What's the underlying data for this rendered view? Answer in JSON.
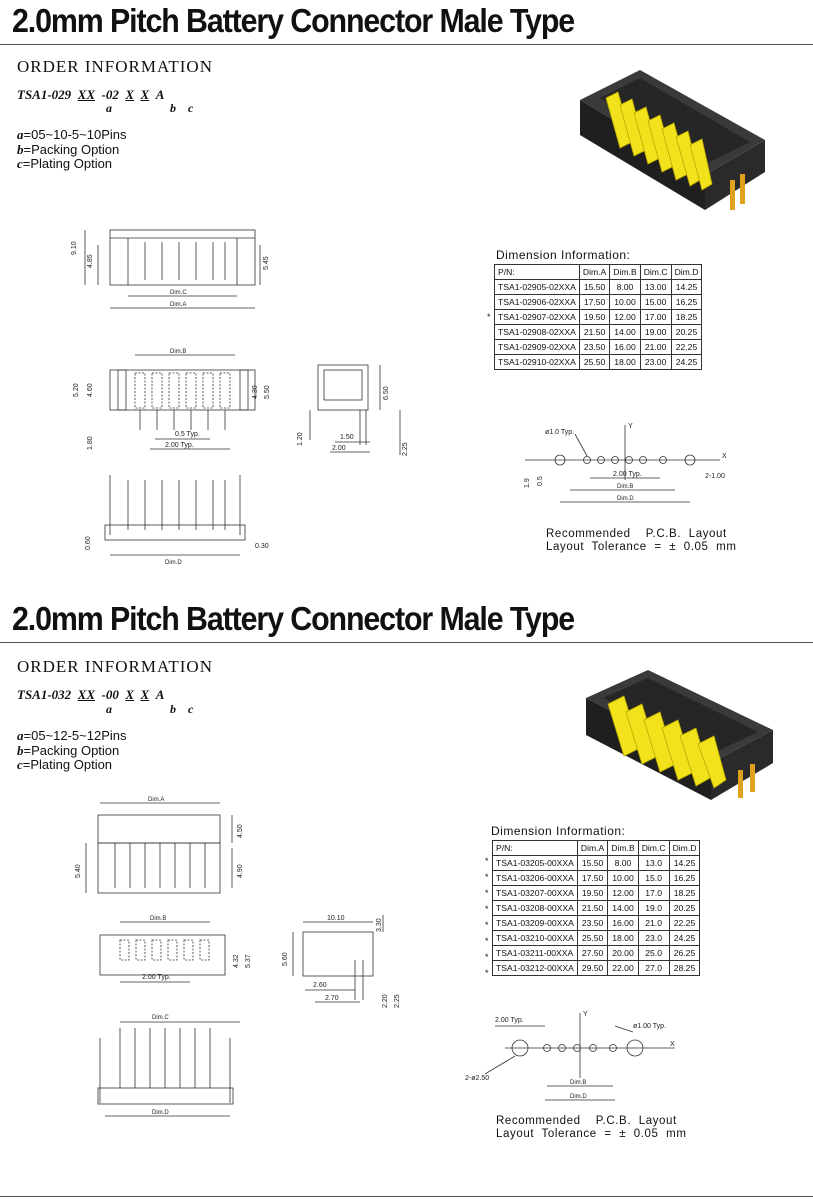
{
  "sections": [
    {
      "title": "2.0mm Pitch Battery Connector Male Type",
      "order_heading": "ORDER INFORMATION",
      "part_number": {
        "prefix": "TSA1-029",
        "a": "XX",
        "mid": "-02",
        "b": "X",
        "c": "X",
        "suffix": "A",
        "a_label": "a",
        "b_label": "b",
        "c_label": "c"
      },
      "options": [
        {
          "key": "a",
          "text": "=05~10-5~10Pins"
        },
        {
          "key": "b",
          "text": "=Packing  Option"
        },
        {
          "key": "c",
          "text": "=Plating  Option"
        }
      ],
      "dimension_heading": "Dimension  Information:",
      "table": {
        "headers": [
          "P/N:",
          "Dim.A",
          "Dim.B",
          "Dim.C",
          "Dim.D"
        ],
        "rows": [
          {
            "star": "",
            "cells": [
              "TSA1-02905-02XXA",
              "15.50",
              "8.00",
              "13.00",
              "14.25"
            ]
          },
          {
            "star": "",
            "cells": [
              "TSA1-02906-02XXA",
              "17.50",
              "10.00",
              "15.00",
              "16.25"
            ]
          },
          {
            "star": "*",
            "cells": [
              "TSA1-02907-02XXA",
              "19.50",
              "12.00",
              "17.00",
              "18.25"
            ]
          },
          {
            "star": "",
            "cells": [
              "TSA1-02908-02XXA",
              "21.50",
              "14.00",
              "19.00",
              "20.25"
            ]
          },
          {
            "star": "",
            "cells": [
              "TSA1-02909-02XXA",
              "23.50",
              "16.00",
              "21.00",
              "22.25"
            ]
          },
          {
            "star": "",
            "cells": [
              "TSA1-02910-02XXA",
              "25.50",
              "18.00",
              "23.00",
              "24.25"
            ]
          }
        ]
      },
      "pcb_note": "Recommended    P.C.B.  Layout\nLayout  Tolerance  =  ±  0.05  mm",
      "drawing_labels": {
        "front_top": [
          "9.10",
          "4.85",
          "5.45",
          "Dim.C",
          "Dim.A"
        ],
        "front_mid": [
          "Dim.B",
          "5.20",
          "4.60",
          "4.30",
          "5.50",
          "1.80",
          "0.5 Typ.",
          "2.00 Typ."
        ],
        "side": [
          "6.50",
          "1.20",
          "1.50",
          "2.00",
          "2.25"
        ],
        "bottom": [
          "0.60",
          "0.30",
          "Dim.D"
        ],
        "pcb": [
          "ø1.0 Typ.",
          "Y",
          "X",
          "1.9",
          "0.5",
          "2.00 Typ.",
          "2-1.00",
          "Dim.B",
          "Dim.D"
        ]
      }
    },
    {
      "title": "2.0mm Pitch Battery Connector Male Type",
      "order_heading": "ORDER INFORMATION",
      "part_number": {
        "prefix": "TSA1-032",
        "a": "XX",
        "mid": "-00",
        "b": "X",
        "c": "X",
        "suffix": "A",
        "a_label": "a",
        "b_label": "b",
        "c_label": "c"
      },
      "options": [
        {
          "key": "a",
          "text": "=05~12-5~12Pins"
        },
        {
          "key": "b",
          "text": "=Packing  Option"
        },
        {
          "key": "c",
          "text": "=Plating  Option"
        }
      ],
      "dimension_heading": "Dimension  Information:",
      "table": {
        "headers": [
          "P/N:",
          "Dim.A",
          "Dim.B",
          "Dim.C",
          "Dim.D"
        ],
        "rows": [
          {
            "star": "*",
            "cells": [
              "TSA1-03205-00XXA",
              "15.50",
              "8.00",
              "13.0",
              "14.25"
            ]
          },
          {
            "star": "*",
            "cells": [
              "TSA1-03206-00XXA",
              "17.50",
              "10.00",
              "15.0",
              "16.25"
            ]
          },
          {
            "star": "*",
            "cells": [
              "TSA1-03207-00XXA",
              "19.50",
              "12.00",
              "17.0",
              "18.25"
            ]
          },
          {
            "star": "*",
            "cells": [
              "TSA1-03208-00XXA",
              "21.50",
              "14.00",
              "19.0",
              "20.25"
            ]
          },
          {
            "star": "*",
            "cells": [
              "TSA1-03209-00XXA",
              "23.50",
              "16.00",
              "21.0",
              "22.25"
            ]
          },
          {
            "star": "*",
            "cells": [
              "TSA1-03210-00XXA",
              "25.50",
              "18.00",
              "23.0",
              "24.25"
            ]
          },
          {
            "star": "*",
            "cells": [
              "TSA1-03211-00XXA",
              "27.50",
              "20.00",
              "25.0",
              "26.25"
            ]
          },
          {
            "star": "*",
            "cells": [
              "TSA1-03212-00XXA",
              "29.50",
              "22.00",
              "27.0",
              "28.25"
            ]
          }
        ]
      },
      "pcb_note": "Recommended    P.C.B.  Layout\nLayout  Tolerance  =  ±  0.05  mm",
      "drawing_labels": {
        "front_top": [
          "Dim.A",
          "4.50",
          "5.40",
          "4.90"
        ],
        "front_mid": [
          "Dim.B",
          "4.32",
          "5.37",
          "2.00 Typ."
        ],
        "side": [
          "10.10",
          "3.30",
          "5.60",
          "2.60",
          "2.70",
          "2.20",
          "2.25"
        ],
        "bottom": [
          "Dim.C",
          "Dim.D"
        ],
        "pcb": [
          "2.00 Typ.",
          "Y",
          "ø1.00 Typ.",
          "X",
          "2-ø2.50",
          "Dim.B",
          "Dim.D"
        ]
      }
    }
  ],
  "colors": {
    "housing": "#2b2b2b",
    "contacts": "#f2e21b",
    "line": "#333333"
  }
}
